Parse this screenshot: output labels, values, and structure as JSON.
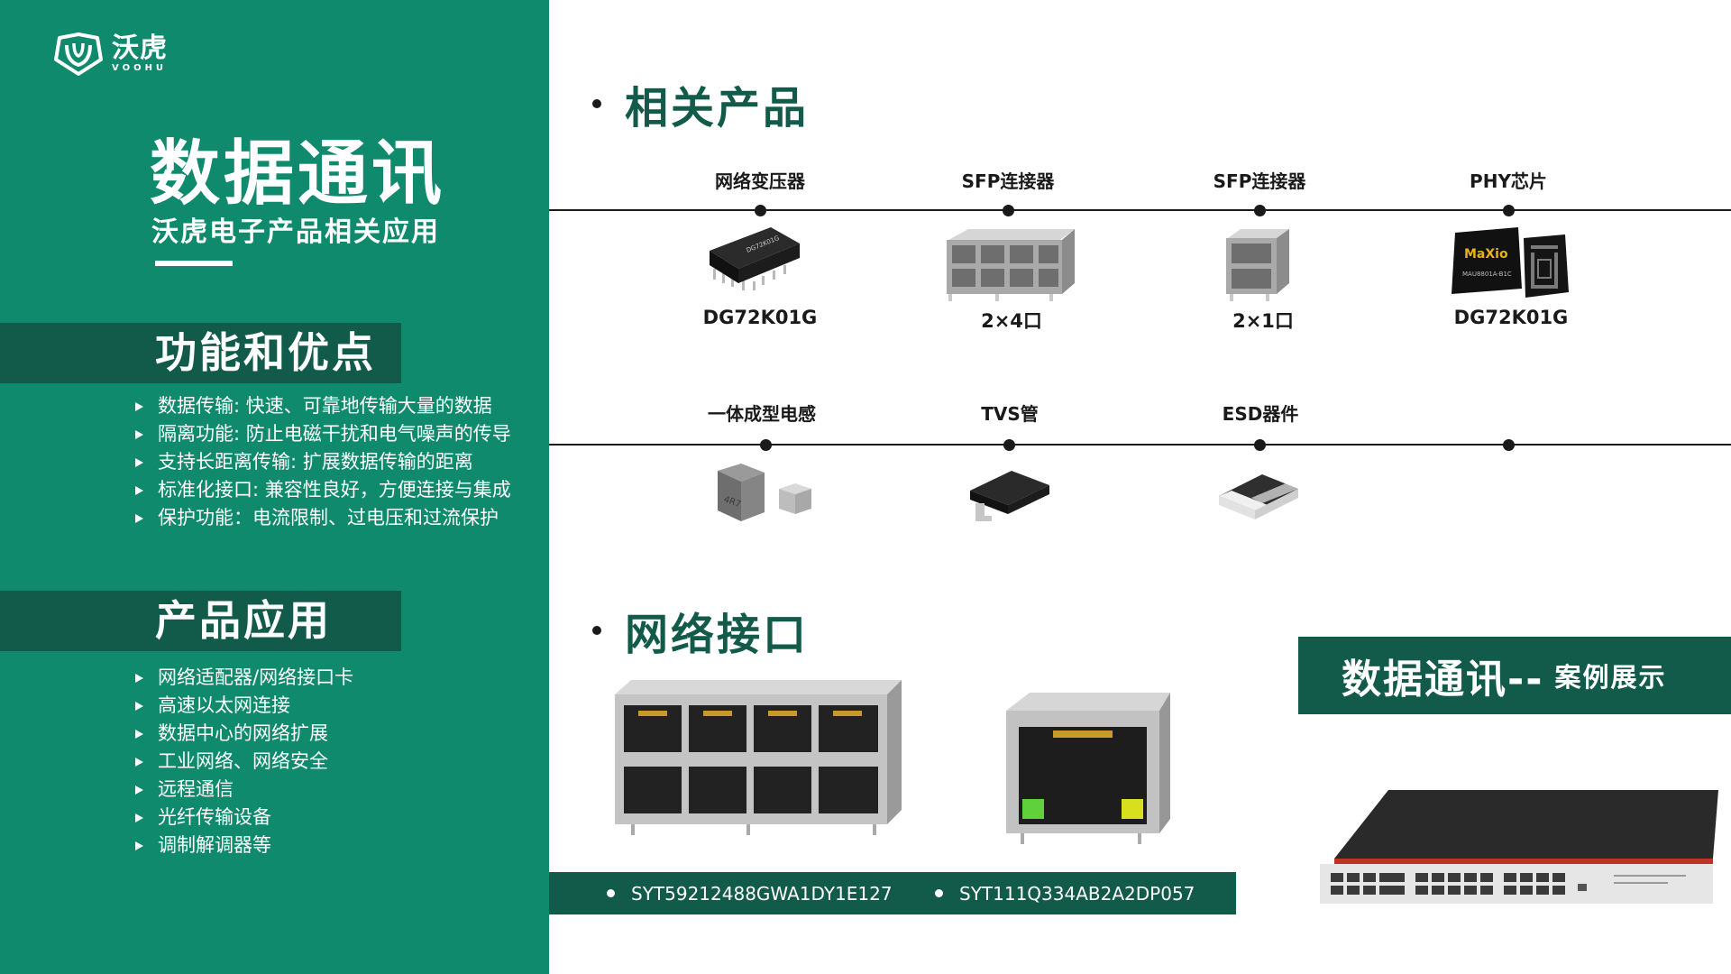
{
  "brand": {
    "name_cn": "沃虎",
    "name_en": "VOOHU",
    "primary": "#0f8a6d",
    "dark": "#125a49"
  },
  "left": {
    "title": "数据通讯",
    "subtitle": "沃虎电子产品相关应用",
    "features": {
      "heading": "功能和优点",
      "items": [
        "数据传输: 快速、可靠地传输大量的数据",
        "隔离功能: 防止电磁干扰和电气噪声的传导",
        "支持长距离传输: 扩展数据传输的距离",
        "标准化接口: 兼容性良好，方便连接与集成",
        "保护功能：电流限制、过电压和过流保护"
      ]
    },
    "applications": {
      "heading": "产品应用",
      "items": [
        "网络适配器/网络接口卡",
        "高速以太网连接",
        "数据中心的网络扩展",
        "工业网络、网络安全",
        "远程通信",
        "光纤传输设备",
        "调制解调器等"
      ]
    }
  },
  "related": {
    "heading": "相关产品",
    "row1": [
      {
        "label": "网络变压器",
        "code": "DG72K01G",
        "icon": "transformer-chip"
      },
      {
        "label": "SFP连接器",
        "code": "2×4口",
        "icon": "sfp-cage-2x4"
      },
      {
        "label": "SFP连接器",
        "code": "2×1口",
        "icon": "sfp-cage-2x1"
      },
      {
        "label": "PHY芯片",
        "code": "DG72K01G",
        "icon": "phy-chip",
        "chip_text": "MaXio",
        "chip_sub": "MAU8801A-B1C"
      }
    ],
    "row2": [
      {
        "label": "一体成型电感",
        "icon": "molded-inductor"
      },
      {
        "label": "TVS管",
        "icon": "tvs-diode"
      },
      {
        "label": "ESD器件",
        "icon": "esd-device"
      },
      {
        "label": "",
        "icon": ""
      }
    ]
  },
  "network": {
    "heading": "网络接口",
    "codes": [
      "SYT59212488GWA1DY1E127",
      "SYT111Q334AB2A2DP057"
    ]
  },
  "case": {
    "title": "数据通讯--",
    "suffix": "案例展示"
  }
}
